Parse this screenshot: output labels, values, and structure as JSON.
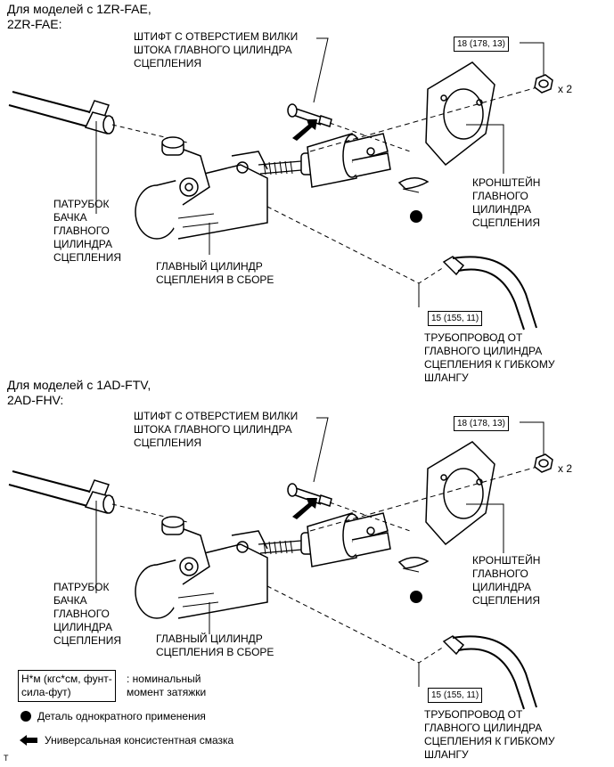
{
  "top": {
    "model_heading": "Для моделей с 1ZR-FAE,\n2ZR-FAE:",
    "pin_label": "ШТИФТ С ОТВЕРСТИЕМ ВИЛКИ\nШТОКА ГЛАВНОГО ЦИЛИНДРА\nСЦЕПЛЕНИЯ",
    "torque_nut": "18 (178, 13)",
    "qty": "x 2",
    "bracket_label": "КРОНШТЕЙН\nГЛАВНОГО\nЦИЛИНДРА\nСЦЕПЛЕНИЯ",
    "reservoir_label": "ПАТРУБОК\nБАЧКА\nГЛАВНОГО\nЦИЛИНДРА\nСЦЕПЛЕНИЯ",
    "cylinder_label": "ГЛАВНЫЙ ЦИЛИНДР\nСЦЕПЛЕНИЯ В СБОРЕ",
    "torque_pipe": "15 (155, 11)",
    "pipe_label": "ТРУБОПРОВОД ОТ\nГЛАВНОГО ЦИЛИНДРА\nСЦЕПЛЕНИЯ К ГИБКОМУ\nШЛАНГУ"
  },
  "bottom": {
    "model_heading": "Для моделей с 1AD-FTV,\n2AD-FHV:",
    "pin_label": "ШТИФТ С ОТВЕРСТИЕМ ВИЛКИ\nШТОКА ГЛАВНОГО ЦИЛИНДРА\nСЦЕПЛЕНИЯ",
    "torque_nut": "18 (178, 13)",
    "qty": "x 2",
    "bracket_label": "КРОНШТЕЙН\nГЛАВНОГО\nЦИЛИНДРА\nСЦЕПЛЕНИЯ",
    "reservoir_label": "ПАТРУБОК\nБАЧКА\nГЛАВНОГО\nЦИЛИНДРА\nСЦЕПЛЕНИЯ",
    "cylinder_label": "ГЛАВНЫЙ ЦИЛИНДР\nСЦЕПЛЕНИЯ В СБОРЕ",
    "torque_pipe": "15 (155, 11)",
    "pipe_label": "ТРУБОПРОВОД ОТ\nГЛАВНОГО ЦИЛИНДРА\nСЦЕПЛЕНИЯ К ГИБКОМУ\nШЛАНГУ"
  },
  "legend": {
    "torque_unit": "Н*м (кгс*см, фунт-\nсила-фут)",
    "torque_desc": ": номинальный\nмомент затяжки",
    "single_use": "Деталь однократного применения",
    "grease": "Универсальная консистентная смазка"
  },
  "corner_mark": "T"
}
